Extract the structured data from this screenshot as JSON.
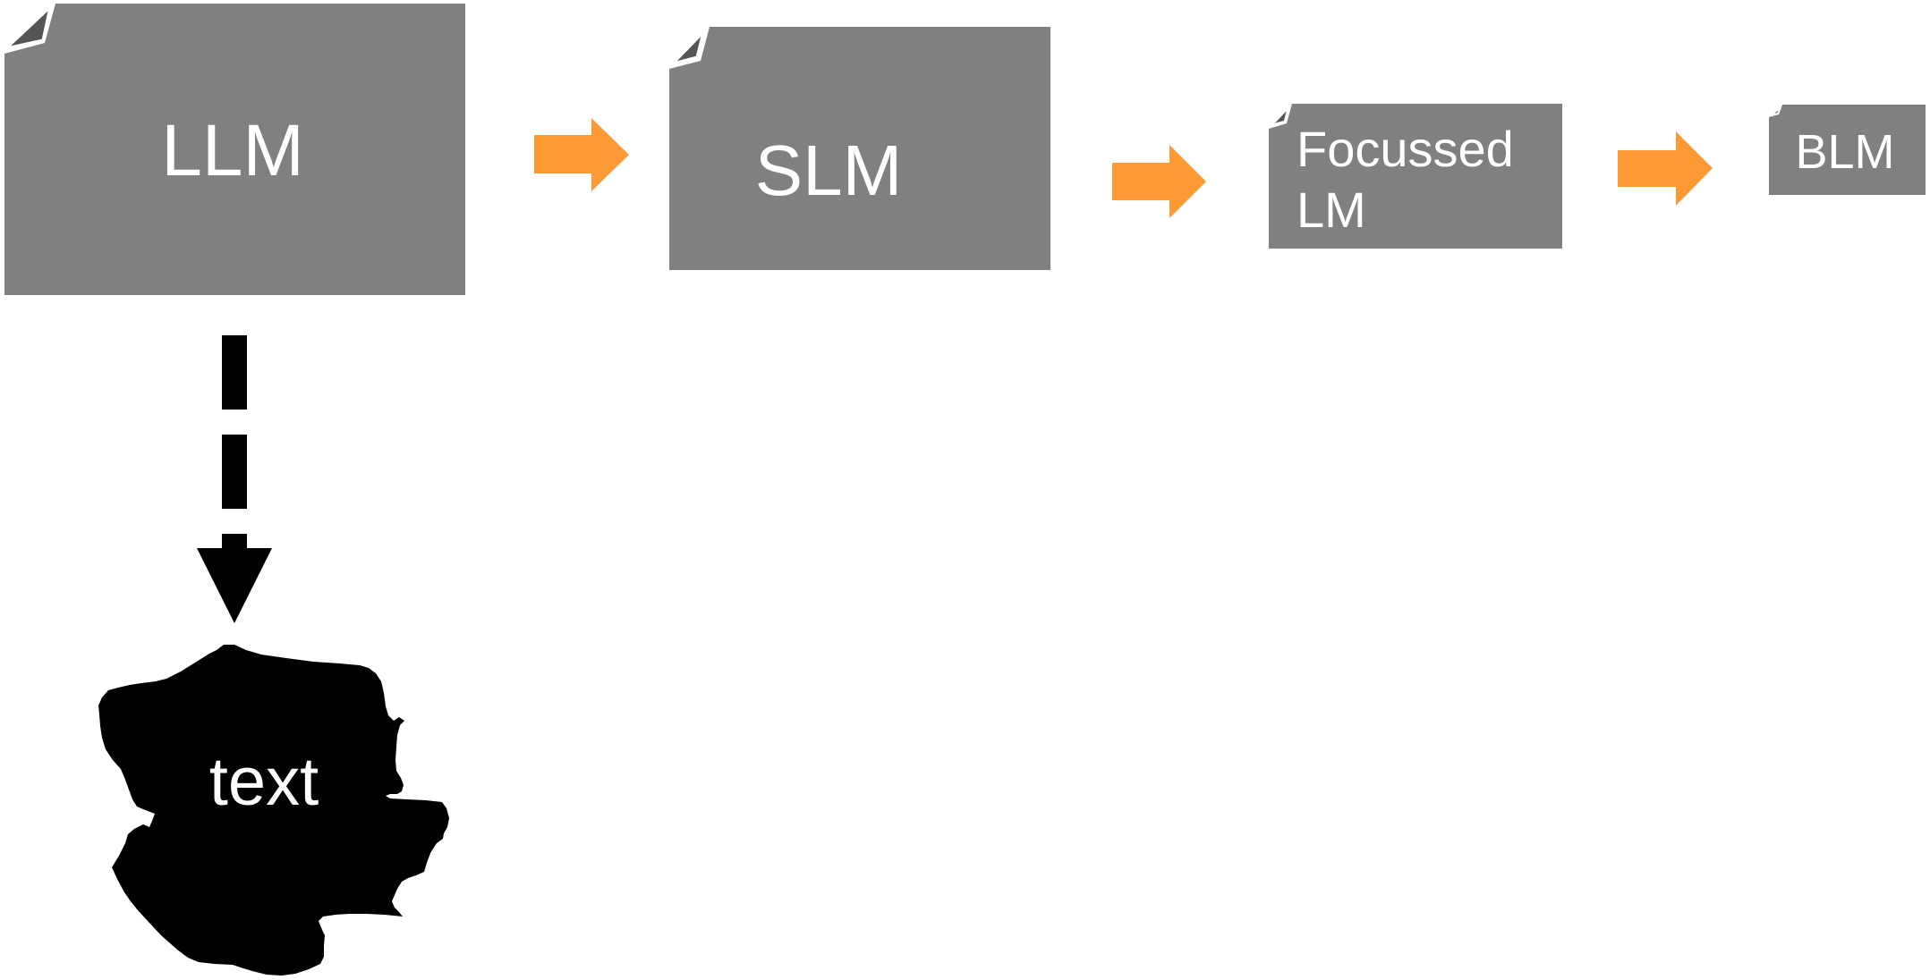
{
  "colors": {
    "box_fill": "#808080",
    "box_text": "#ffffff",
    "arrow_orange": "#ff9933",
    "connector": "#000000",
    "blob_fill": "#000000",
    "background": "#ffffff"
  },
  "nodes": {
    "llm": {
      "label": "LLM"
    },
    "slm": {
      "label": "SLM"
    },
    "focused": {
      "label_line1": "Focussed",
      "label_line2": "LM"
    },
    "blm": {
      "label": "BLM"
    },
    "text_blob": {
      "label": "text"
    }
  },
  "edges": [
    {
      "from": "LLM",
      "to": "SLM",
      "style": "orange-block-arrow"
    },
    {
      "from": "SLM",
      "to": "Focussed LM",
      "style": "orange-block-arrow"
    },
    {
      "from": "Focussed LM",
      "to": "BLM",
      "style": "orange-block-arrow"
    },
    {
      "from": "LLM",
      "to": "text",
      "style": "dashed-black-arrow"
    }
  ]
}
